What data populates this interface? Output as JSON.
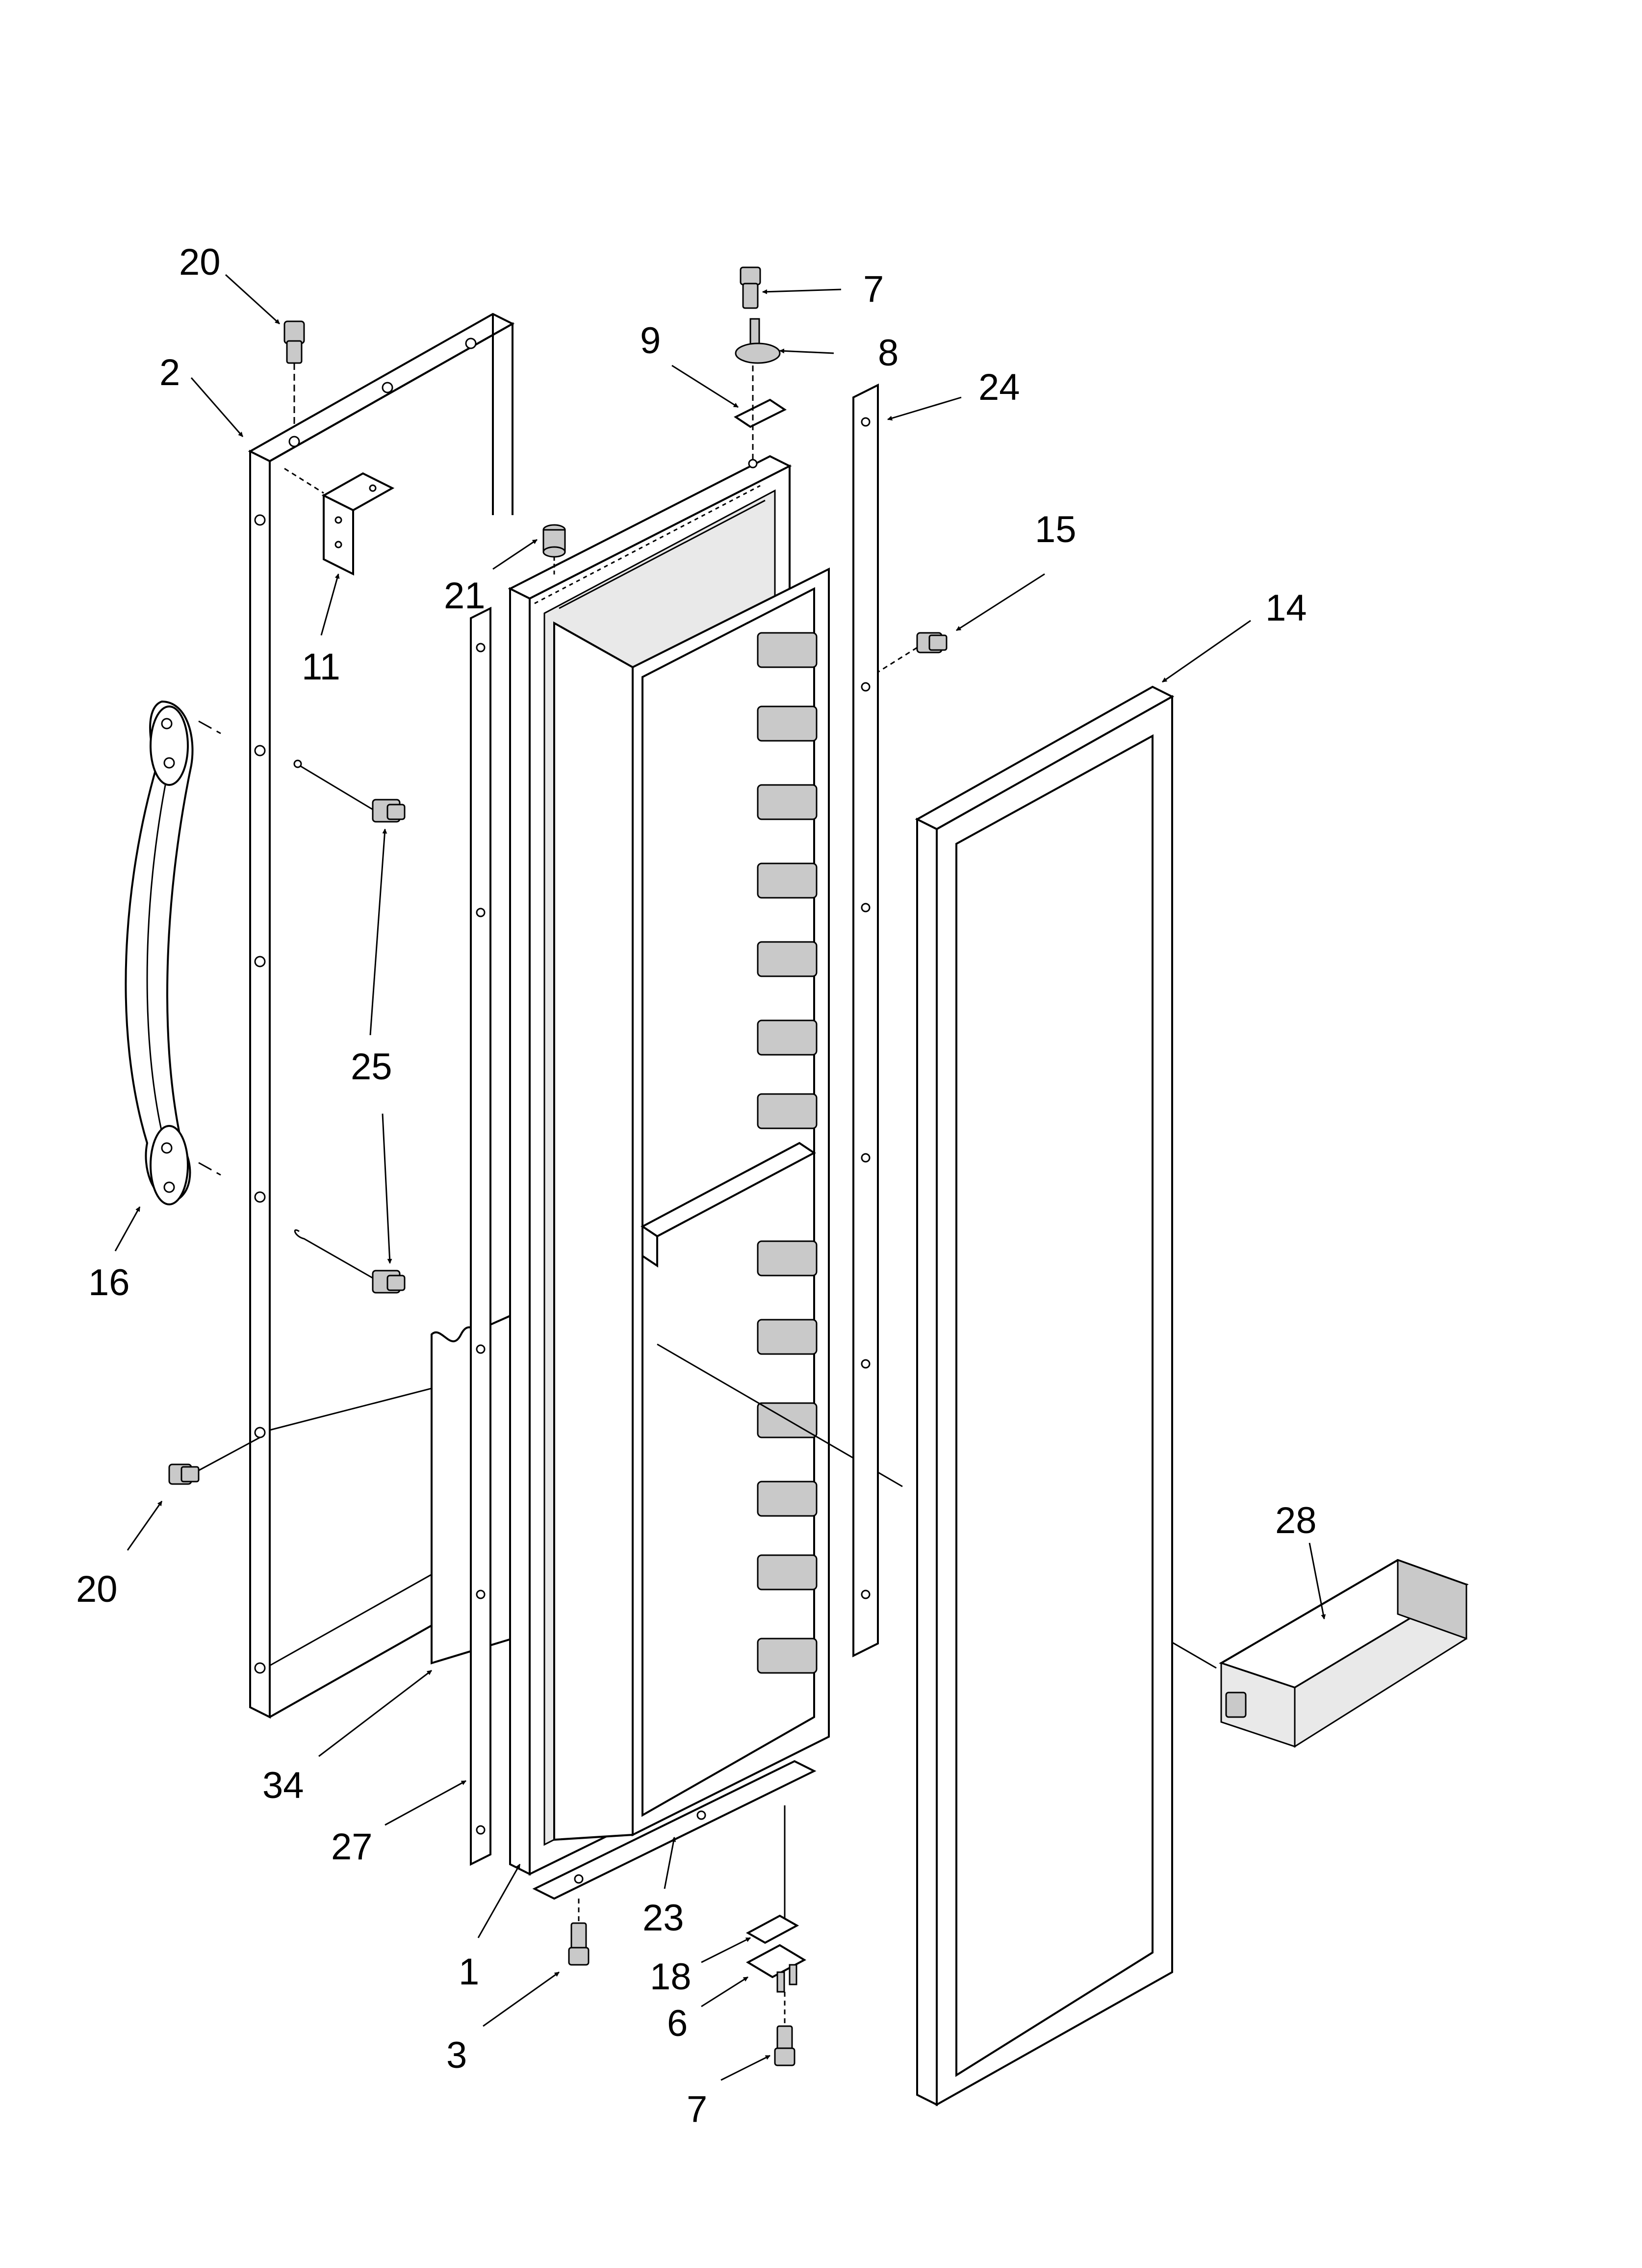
{
  "diagram": {
    "callouts": [
      {
        "id": "c-20-top",
        "text": "20"
      },
      {
        "id": "c-2",
        "text": "2"
      },
      {
        "id": "c-11",
        "text": "11"
      },
      {
        "id": "c-7-top",
        "text": "7"
      },
      {
        "id": "c-8",
        "text": "8"
      },
      {
        "id": "c-9",
        "text": "9"
      },
      {
        "id": "c-24",
        "text": "24"
      },
      {
        "id": "c-21",
        "text": "21"
      },
      {
        "id": "c-15",
        "text": "15"
      },
      {
        "id": "c-14",
        "text": "14"
      },
      {
        "id": "c-25",
        "text": "25"
      },
      {
        "id": "c-16",
        "text": "16"
      },
      {
        "id": "c-20-bottom",
        "text": "20"
      },
      {
        "id": "c-28",
        "text": "28"
      },
      {
        "id": "c-34",
        "text": "34"
      },
      {
        "id": "c-27",
        "text": "27"
      },
      {
        "id": "c-23",
        "text": "23"
      },
      {
        "id": "c-1",
        "text": "1"
      },
      {
        "id": "c-18",
        "text": "18"
      },
      {
        "id": "c-6",
        "text": "6"
      },
      {
        "id": "c-3",
        "text": "3"
      },
      {
        "id": "c-7-bottom",
        "text": "7"
      }
    ]
  }
}
